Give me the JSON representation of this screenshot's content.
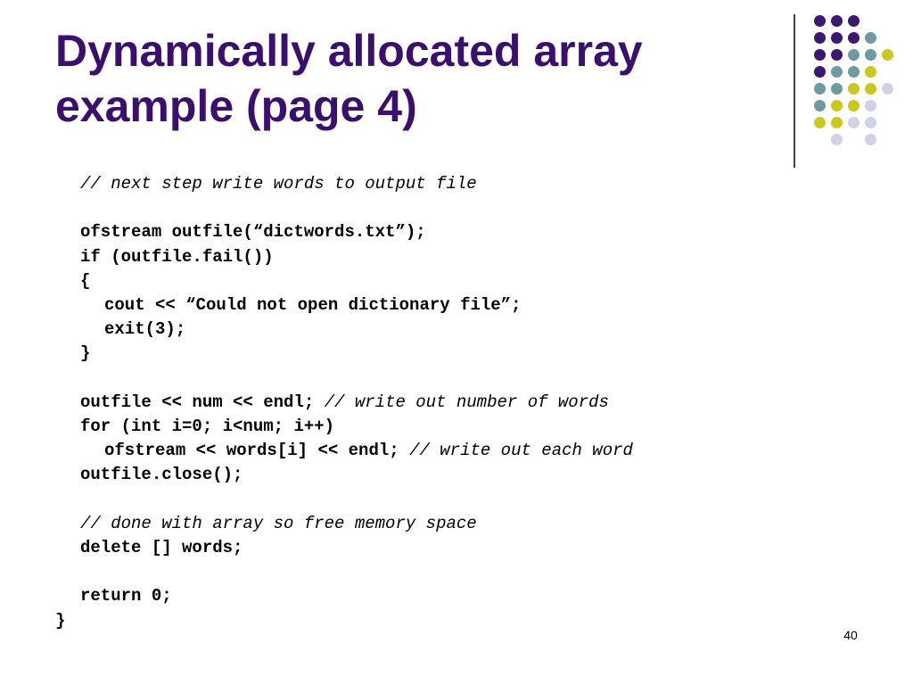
{
  "slide": {
    "title_line1": "Dynamically allocated array",
    "title_line2": "example (page 4)",
    "page_number": "40"
  },
  "colors": {
    "title": "#3a0f6e",
    "dot_purple": "#3a1a6e",
    "dot_teal": "#6e9aa0",
    "dot_yellow": "#c8c81e",
    "dot_lavender": "#d2d2e6"
  },
  "code": {
    "lines": [
      {
        "code": "",
        "comment": "// next step write words to output file"
      },
      {
        "code": "",
        "comment": ""
      },
      {
        "code": "ofstream outfile(“dictwords.txt”);",
        "comment": ""
      },
      {
        "code": "if (outfile.fail())",
        "comment": ""
      },
      {
        "code": "{",
        "comment": ""
      },
      {
        "code": "cout << “Could not open dictionary file”;",
        "comment": ""
      },
      {
        "code": "exit(3);",
        "comment": ""
      },
      {
        "code": "}",
        "comment": ""
      },
      {
        "code": "",
        "comment": ""
      },
      {
        "code": "outfile << num << endl;",
        "comment": "// write out number of words"
      },
      {
        "code": "for (int i=0; i<num; i++)",
        "comment": ""
      },
      {
        "code": "ofstream << words[i] << endl;",
        "comment": "// write out each word"
      },
      {
        "code": "outfile.close();",
        "comment": ""
      },
      {
        "code": "",
        "comment": ""
      },
      {
        "code": "",
        "comment": "// done with array so free memory space"
      },
      {
        "code": "delete [] words;",
        "comment": ""
      },
      {
        "code": "",
        "comment": ""
      },
      {
        "code": "return 0;",
        "comment": ""
      },
      {
        "code": "}",
        "comment": ""
      }
    ]
  }
}
